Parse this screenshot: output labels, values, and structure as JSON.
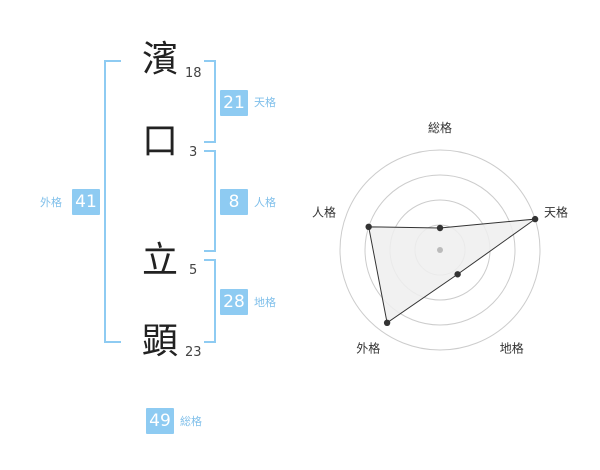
{
  "name": {
    "chars": [
      {
        "char": "濱",
        "strokes": "18"
      },
      {
        "char": "口",
        "strokes": "3"
      },
      {
        "char": "立",
        "strokes": "5"
      },
      {
        "char": "顕",
        "strokes": "23"
      }
    ]
  },
  "fortune": {
    "tenkaku": {
      "value": "21",
      "label": "天格"
    },
    "jinkaku": {
      "value": "8",
      "label": "人格"
    },
    "chikaku": {
      "value": "28",
      "label": "地格"
    },
    "gaikaku": {
      "value": "41",
      "label": "外格"
    },
    "soukaku": {
      "value": "49",
      "label": "総格"
    }
  },
  "chart_data": {
    "type": "radar",
    "axes": [
      "総格",
      "天格",
      "地格",
      "外格",
      "人格"
    ],
    "values": [
      0.22,
      1.0,
      0.3,
      0.9,
      0.75
    ],
    "scale_max": 1,
    "rings": 4,
    "grid": true,
    "colors": {
      "fill": "#eeeeee",
      "line": "#333333",
      "grid": "#cccccc",
      "axis_label": "#333333"
    }
  },
  "colors": {
    "accent": "#8ecbf2",
    "label": "#7fbfea"
  }
}
